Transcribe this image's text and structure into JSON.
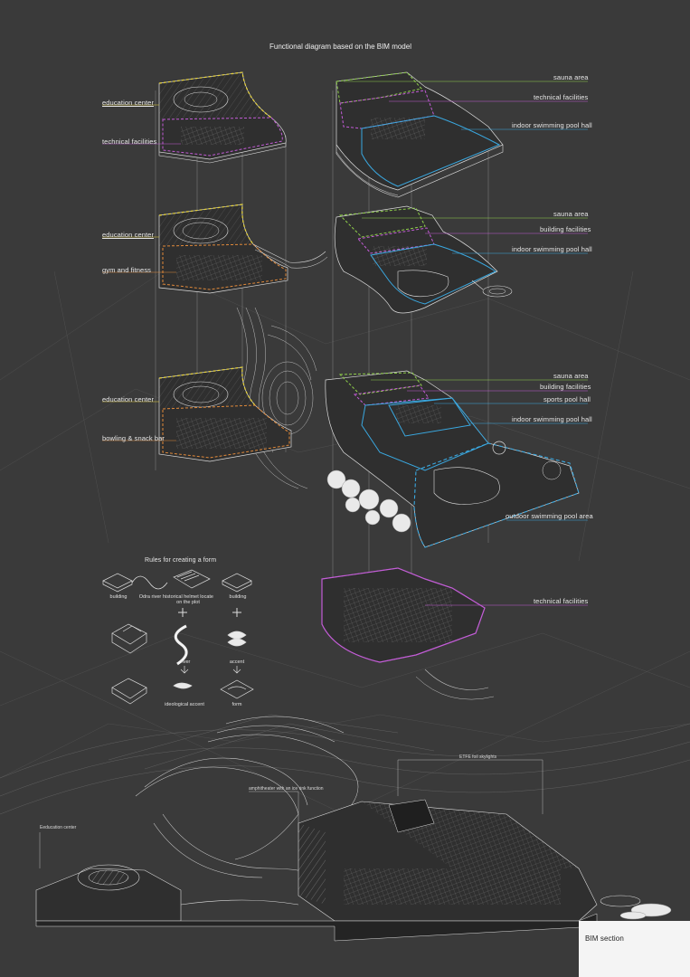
{
  "title": "Functional diagram based on the BIM model",
  "colors": {
    "background": "#3a3a3a",
    "education": "#e8d43a",
    "technical": "#c25bd6",
    "gym": "#e0893a",
    "sauna": "#8fcf4a",
    "pool": "#3aa8e0",
    "linework": "#d9d9d9"
  },
  "left_labels": [
    {
      "text": "education center",
      "color": "education"
    },
    {
      "text": "technical facilities",
      "color": "technical"
    },
    {
      "text": "education center",
      "color": "education"
    },
    {
      "text": "gym and fitness",
      "color": "gym"
    },
    {
      "text": "education center",
      "color": "education"
    },
    {
      "text": "bowling & snack bar",
      "color": "gym"
    }
  ],
  "right_labels": [
    {
      "text": "sauna area",
      "color": "sauna"
    },
    {
      "text": "technical facilities",
      "color": "technical"
    },
    {
      "text": "indoor swimming pool hall",
      "color": "pool"
    },
    {
      "text": "sauna area",
      "color": "sauna"
    },
    {
      "text": "building facilities",
      "color": "technical"
    },
    {
      "text": "indoor swimming pool hall",
      "color": "pool"
    },
    {
      "text": "sauna area",
      "color": "sauna"
    },
    {
      "text": "building facilities",
      "color": "technical"
    },
    {
      "text": "sports pool hall",
      "color": "pool"
    },
    {
      "text": "indoor swimming pool hall",
      "color": "pool"
    },
    {
      "text": "outdoor swimming pool area",
      "color": "pool"
    },
    {
      "text": "technical facilities",
      "color": "technical"
    }
  ],
  "rules": {
    "title": "Rules for creating a form",
    "top_labels": [
      "building",
      "Odra river",
      "historical helmet locate on the plot",
      "building"
    ],
    "middle_labels": [
      "river",
      "accent"
    ],
    "bottom_labels": [
      "ideological accent",
      "form"
    ]
  },
  "section": {
    "title": "BIM section",
    "annotations": [
      "Eeducation center",
      "amphitheater with an ice rink function",
      "ETFE foil skylights"
    ]
  }
}
